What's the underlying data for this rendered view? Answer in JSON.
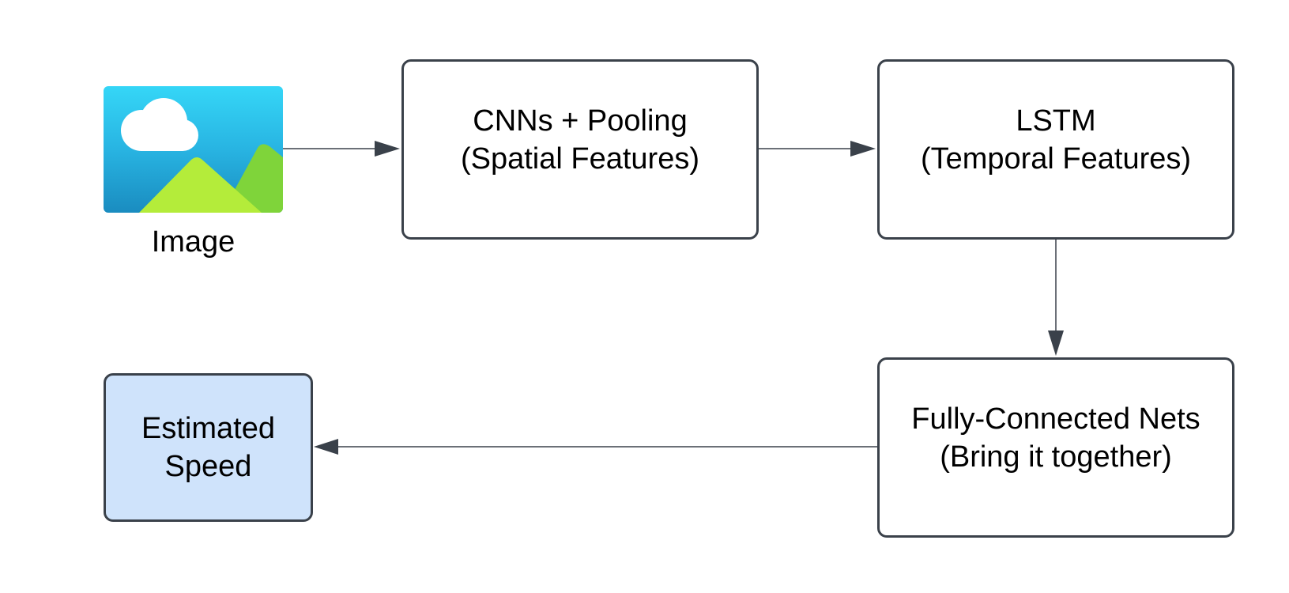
{
  "image_node": {
    "label": "Image",
    "icon": "image-placeholder-icon"
  },
  "nodes": {
    "cnn": {
      "line1": "CNNs + Pooling",
      "line2": "(Spatial Features)"
    },
    "lstm": {
      "line1": "LSTM",
      "line2": "(Temporal Features)"
    },
    "fc": {
      "line1": "Fully-Connected Nets",
      "line2": "(Bring it together)"
    },
    "output": {
      "line1": "Estimated",
      "line2": "Speed"
    }
  },
  "colors": {
    "border": "#3a414a",
    "output_fill": "#cfe3fb",
    "sky_top": "#35d6f7",
    "sky_bottom": "#1a8cc0",
    "hill_front": "#b4ec3a",
    "hill_back": "#7fd43a",
    "cloud": "#ffffff"
  }
}
